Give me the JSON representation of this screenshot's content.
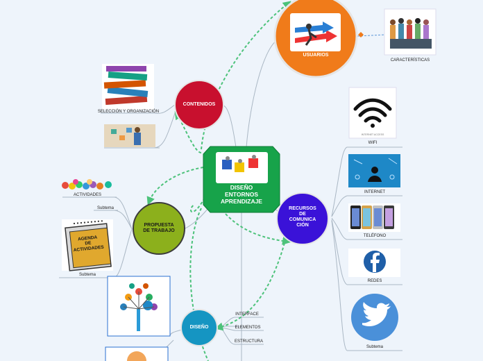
{
  "central": {
    "title": "DISEÑO ENTORNOS APRENDIZAJE",
    "lines": [
      "DISEÑO",
      "ENTORNOS",
      "APRENDIZAJE"
    ]
  },
  "colors": {
    "central": "#17a34a",
    "usuarios": "#f07b1a",
    "contenidos": "#c8102e",
    "propuesta": "#8cb01c",
    "recursos": "#3a12d8",
    "diseno": "#1595c2",
    "connector": "#4cc27a"
  },
  "branches": {
    "usuarios": {
      "label": "USUARIOS",
      "children": [
        "CARACTERÍSTICAS"
      ]
    },
    "contenidos": {
      "label": "CONTENIDOS",
      "children": [
        "SELECCIÓN Y ORGANIZACIÓN"
      ]
    },
    "propuesta": {
      "label": "PROPUESTA DE TRABAJO",
      "lines": [
        "PROPUESTA",
        "DE TRABAJO"
      ],
      "children": [
        "ACTIVIDADES",
        "Subtema",
        "Subtema"
      ]
    },
    "recursos": {
      "label": "RECURSOS DE COMUNICACIÓN",
      "lines": [
        "RECURSOS",
        "DE",
        "COMUNICA",
        "CIÓN"
      ],
      "children": [
        "WIFI",
        "INTERNET",
        "TELÉFONO",
        "REDES",
        "Subtema"
      ]
    },
    "diseno": {
      "label": "DISEÑO",
      "children": [
        "INTERFACE",
        "ELEMENTOS",
        "ESTRUCTURA"
      ]
    }
  },
  "images": {
    "agenda_text": [
      "AGENDA",
      "DE",
      "ACTIVIDADES"
    ],
    "wifi_caption": "INTERNET ACCESS"
  },
  "icons": [
    "puzzle-icon",
    "arrows-icon",
    "people-icon",
    "books-icon",
    "teacher-icon",
    "emoji-icon",
    "agenda-icon",
    "wifi-icon",
    "internet-icon",
    "phone-icon",
    "facebook-icon",
    "twitter-icon",
    "tree-icon",
    "gear-icon"
  ]
}
